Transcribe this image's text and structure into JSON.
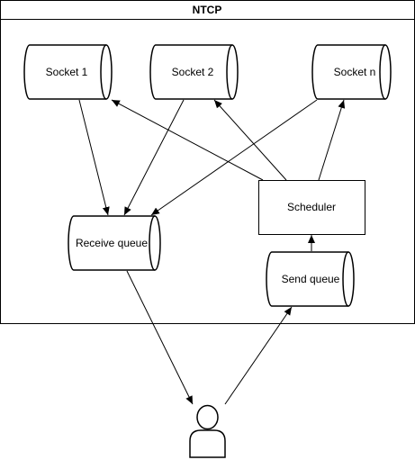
{
  "diagram": {
    "container_title": "NTCP",
    "sockets": [
      {
        "label": "Socket 1"
      },
      {
        "label": "Socket 2"
      },
      {
        "label": "Socket n"
      }
    ],
    "receive_queue": {
      "label": "Receive queue"
    },
    "scheduler": {
      "label": "Scheduler"
    },
    "send_queue": {
      "label": "Send queue"
    },
    "user_icon": "user-icon",
    "colors": {
      "stroke": "#000000",
      "fill": "#ffffff"
    }
  }
}
